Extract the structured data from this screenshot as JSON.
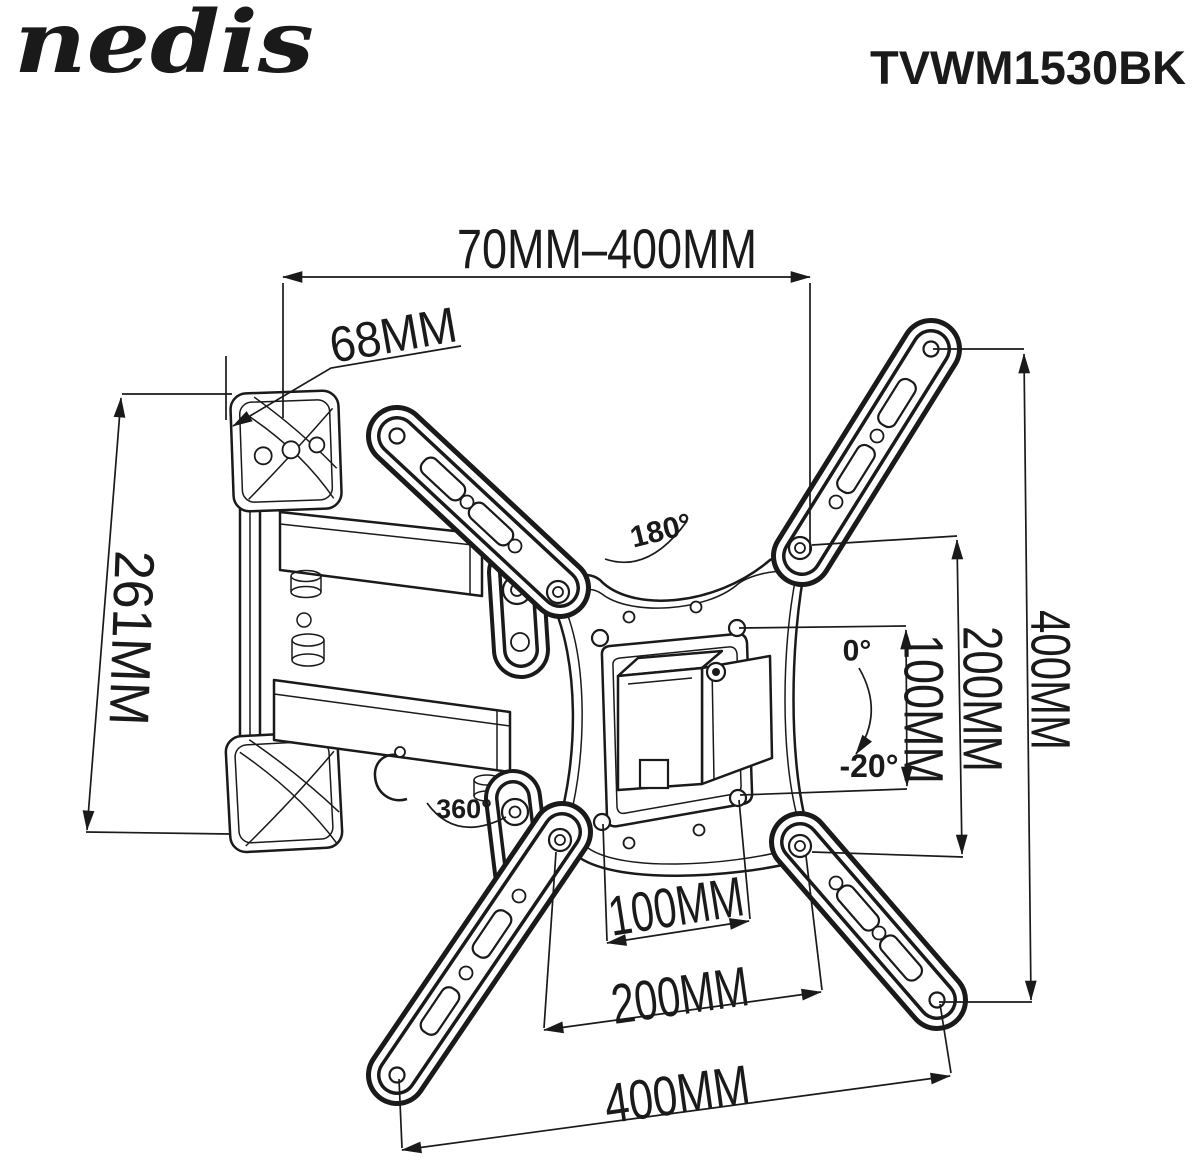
{
  "page": {
    "background": "#ffffff",
    "line_color": "#1a1a1a"
  },
  "header": {
    "logo_text": "nedis",
    "model": "TVWM1530BK"
  },
  "dimensions": {
    "top_extension": "70MM–400MM",
    "bracket_width": "68MM",
    "bracket_height": "261MM",
    "right": {
      "vesa_100": "100MM",
      "vesa_200": "200MM",
      "span_400": "400MM"
    },
    "bottom": {
      "vesa_100": "100MM",
      "vesa_200": "200MM",
      "span_400": "400MM"
    }
  },
  "angles": {
    "swivel": "180°",
    "tilt_from": "0°",
    "tilt_to": "-20°",
    "rotation": "360°"
  }
}
